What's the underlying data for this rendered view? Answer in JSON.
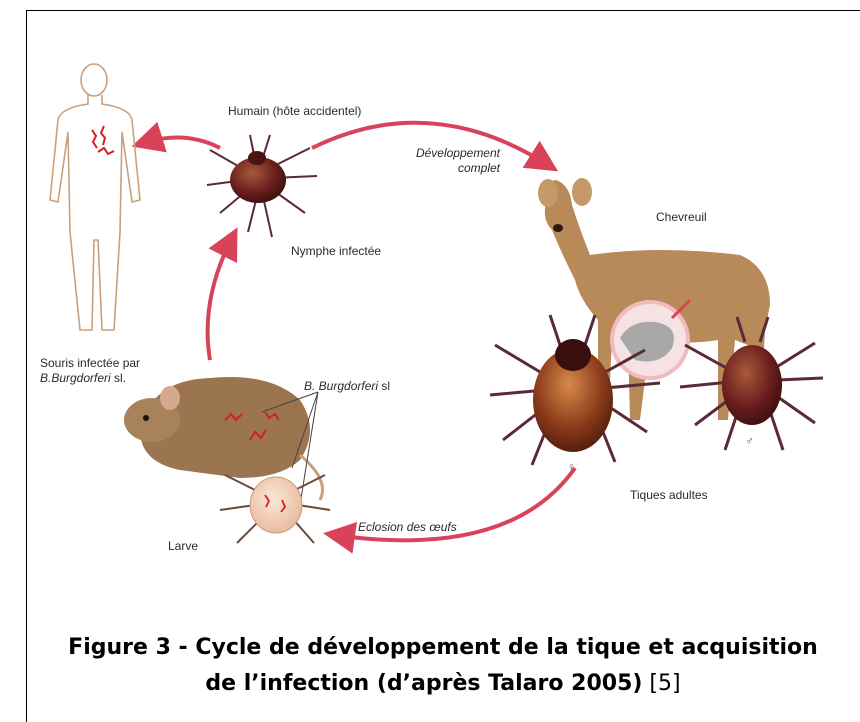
{
  "labels": {
    "human": "Humain (hôte accidentel)",
    "nymph": "Nymphe infectée",
    "development_line1": "Développement",
    "development_line2": "complet",
    "deer": "Chevreuil",
    "mouse_line1": "Souris infectée par",
    "mouse_line2": "B.Burgdorferi",
    "mouse_line2_suffix": " sl.",
    "bacteria_name": "B. Burgdorferi",
    "bacteria_suffix": " sl",
    "larva": "Larve",
    "eggs": "Eclosion des œufs",
    "adults": "Tiques adultes",
    "female_symbol": "♀",
    "male_symbol": "♂"
  },
  "caption": {
    "line1": "Figure 3 - Cycle de développement de la tique et acquisition",
    "line2": "de l’infection (d’après Talaro 2005)",
    "ref": " [5]"
  },
  "colors": {
    "arrow": "#d9435a",
    "tick_body": "#6b1e1e",
    "tick_legs": "#5a2a3a",
    "deer": "#b88a5a",
    "mouse": "#9a7550",
    "bacteria": "#d02020"
  }
}
